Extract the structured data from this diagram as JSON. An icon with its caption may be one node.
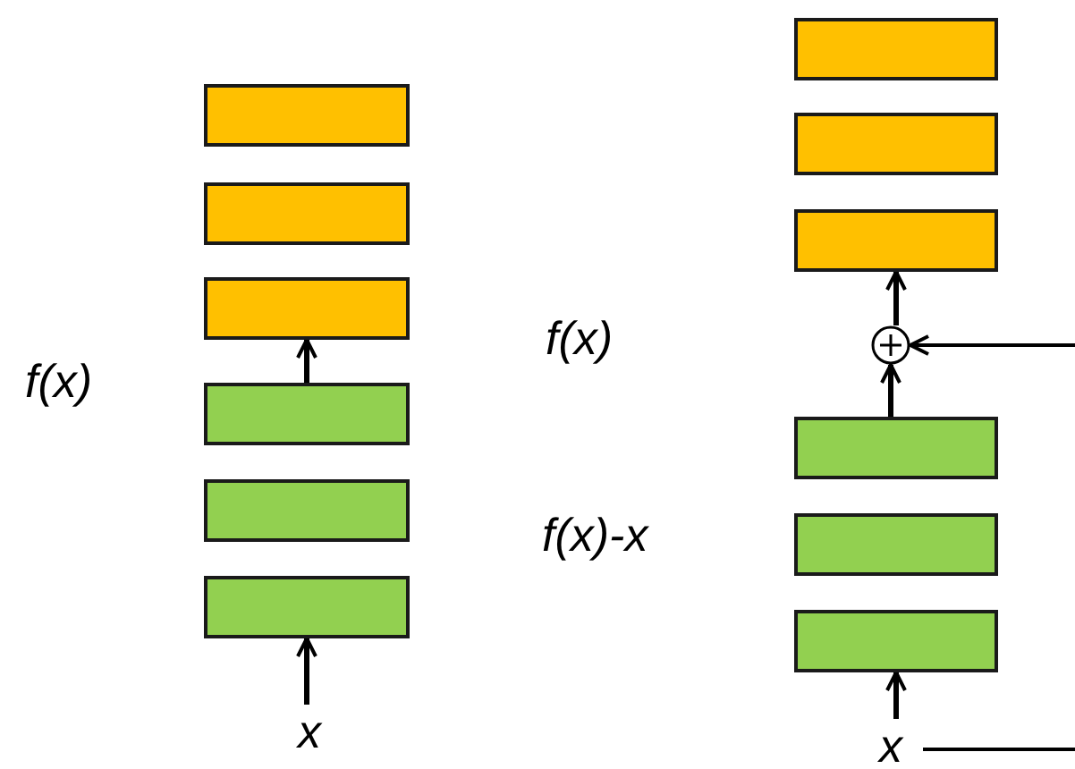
{
  "diagram": {
    "nodes": [
      {
        "text": [],
        "shape": "box"
      },
      {
        "text": [],
        "shape": "box"
      },
      {
        "text": [],
        "shape": "box"
      },
      {
        "text": [],
        "shape": "box"
      },
      {
        "text": [],
        "shape": "box"
      },
      {
        "text": [],
        "shape": "box"
      },
      {
        "text": [
          "x"
        ]
      },
      {
        "text": [],
        "shape": "box"
      },
      {
        "text": [],
        "shape": "box"
      },
      {
        "text": [],
        "shape": "box"
      },
      {
        "text": [],
        "shape": "circle"
      },
      {
        "text": [],
        "shape": "box"
      },
      {
        "text": [],
        "shape": "box"
      },
      {
        "text": [],
        "shape": "box"
      },
      {
        "text": [
          "x"
        ]
      }
    ],
    "edges": [
      {
        "from": 6,
        "to": 5,
        "arrow": "to"
      },
      {
        "from": 3,
        "to": 2,
        "arrow": "to"
      },
      {
        "from": 14,
        "to": 13,
        "arrow": "to"
      },
      {
        "from": 11,
        "to": 10,
        "arrow": "to"
      },
      {
        "from": 10,
        "to": 9,
        "arrow": "to"
      },
      {
        "from": 14,
        "to": 10,
        "arrow": "to"
      }
    ],
    "labels": [
      "f(x)",
      "f(x)",
      "f(x)-x"
    ]
  }
}
